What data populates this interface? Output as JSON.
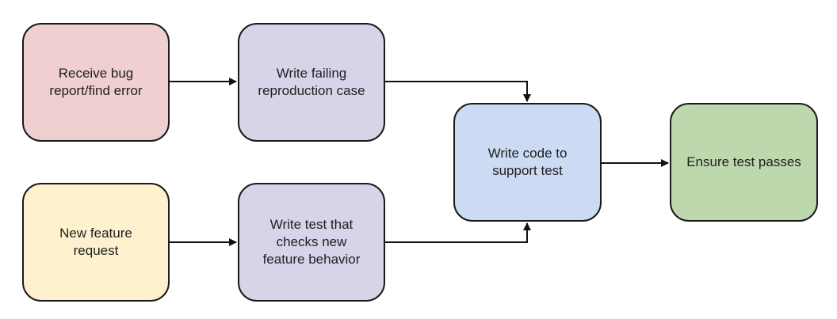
{
  "nodes": {
    "receive_bug": {
      "label": "Receive bug report/find error",
      "color": "#efcfcf"
    },
    "write_failing": {
      "label": "Write failing reproduction case",
      "color": "#d8d3e8"
    },
    "new_feature": {
      "label": "New feature request",
      "color": "#fdf2cd"
    },
    "write_test": {
      "label": "Write test that checks new feature behavior",
      "color": "#d8d3e8"
    },
    "write_code": {
      "label": "Write code to support test",
      "color": "#ccdaf4"
    },
    "ensure_pass": {
      "label": "Ensure test passes",
      "color": "#bdd8ad"
    }
  },
  "edges": [
    {
      "from": "receive_bug",
      "to": "write_failing"
    },
    {
      "from": "new_feature",
      "to": "write_test"
    },
    {
      "from": "write_failing",
      "to": "write_code"
    },
    {
      "from": "write_test",
      "to": "write_code"
    },
    {
      "from": "write_code",
      "to": "ensure_pass"
    }
  ]
}
